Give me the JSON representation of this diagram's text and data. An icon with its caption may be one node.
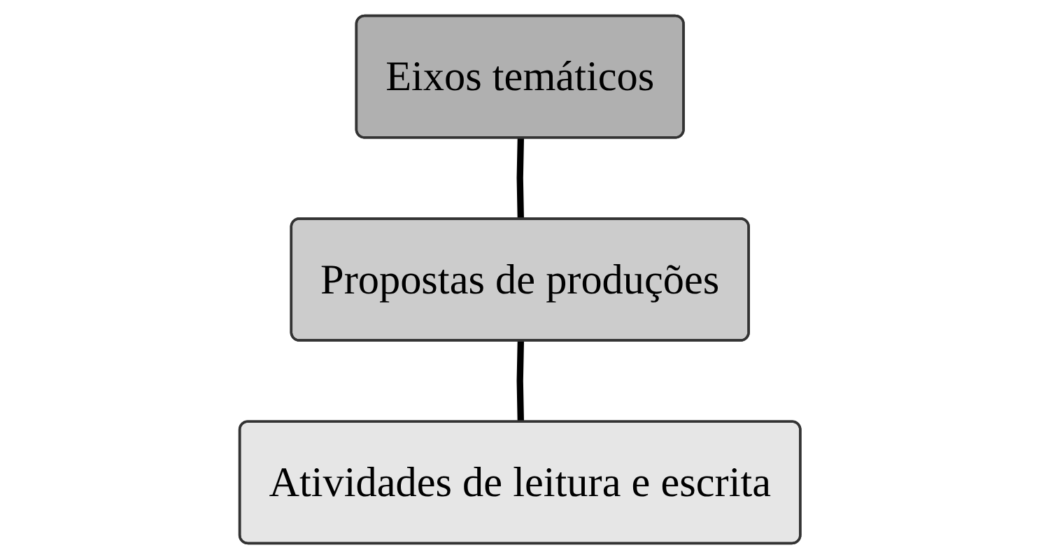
{
  "diagram": {
    "nodes": [
      {
        "text": [
          "Eixos temáticos"
        ]
      },
      {
        "text": [
          "Propostas de produções"
        ]
      },
      {
        "text": [
          "Atividades de leitura e escrita"
        ]
      }
    ],
    "edges": [
      {
        "from": 0,
        "to": 1,
        "arrow": "none"
      },
      {
        "from": 1,
        "to": 2,
        "arrow": "none"
      }
    ]
  }
}
